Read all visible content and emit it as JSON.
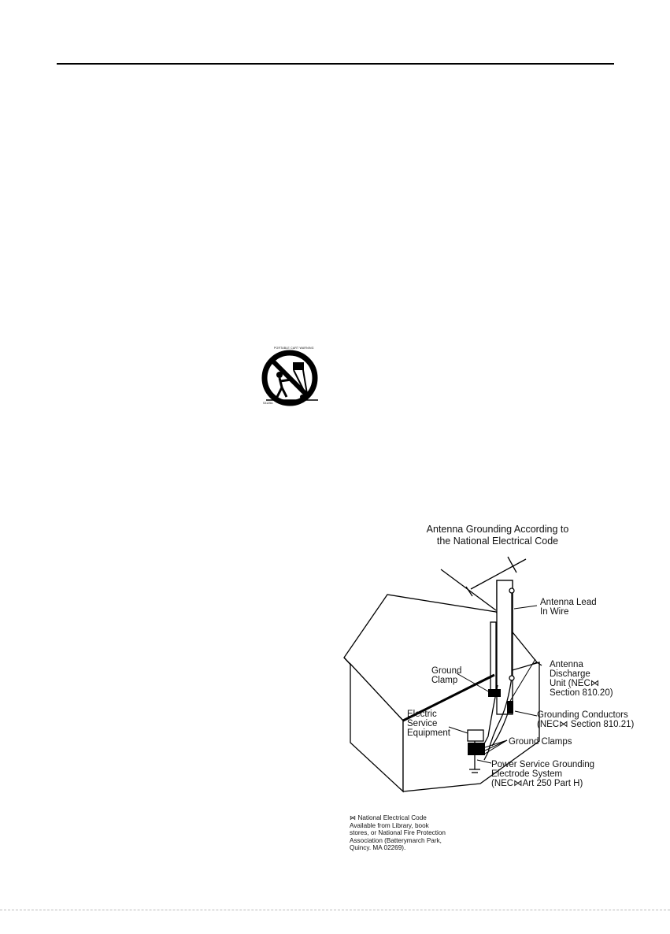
{
  "cart_symbol": {
    "icon": "portable-cart-warning-icon",
    "caption_top": "PORTABLE CART WARNING",
    "caption_bottom": "S3125A"
  },
  "diagram": {
    "title_line1": "Antenna Grounding According to",
    "title_line2": "the National Electrical Code",
    "labels": {
      "antenna_lead_1": "Antenna Lead",
      "antenna_lead_2": "In Wire",
      "discharge_1": "Antenna",
      "discharge_2": "Discharge",
      "discharge_3": "Unit (NEC⋈",
      "discharge_4": "Section 810.20)",
      "ground_clamp_1": "Ground",
      "ground_clamp_2": "Clamp",
      "grounding_conductors_1": "Grounding Conductors",
      "grounding_conductors_2": "(NEC⋈ Section 810.21)",
      "electric_1": "Electric",
      "electric_2": "Service",
      "electric_3": "Equipment",
      "ground_clamps": "Ground Clamps",
      "power_1": "Power Service Grounding",
      "power_2": "Electrode System",
      "power_3": "(NEC⋈Art 250 Part H)"
    }
  },
  "footnote": {
    "line1": "⋈ National Electrical Code",
    "line2": "Available from Library, book",
    "line3": "stores, or National Fire Protection",
    "line4": "Association (Batterymarch Park,",
    "line5": "Quincy. MA 02269)."
  }
}
